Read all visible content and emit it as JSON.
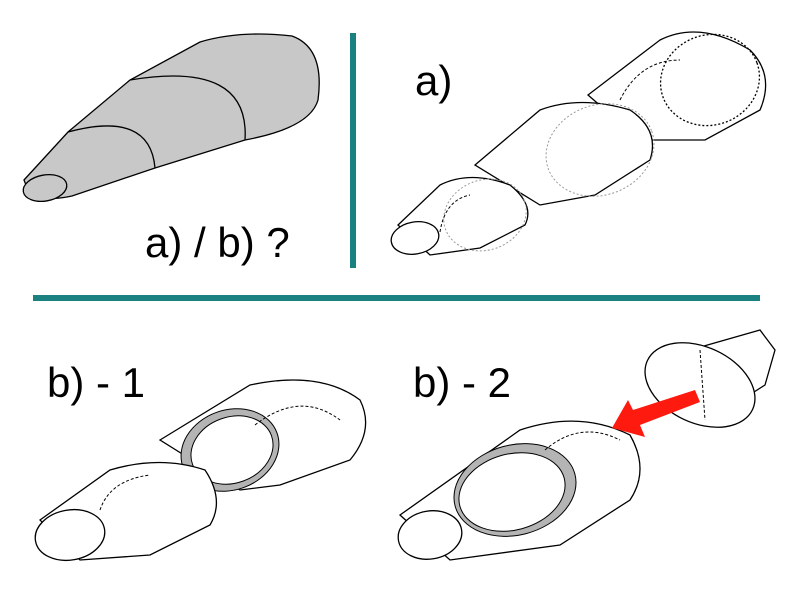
{
  "labels": {
    "question": "a) / b) ?",
    "option_a": "a)",
    "option_b1": "b) - 1",
    "option_b2": "b) - 2"
  },
  "colors": {
    "divider": "#1b8080",
    "shape_fill": "#c8c8c8",
    "ring_fill": "#b4b4b4",
    "arrow": "#ff1a10"
  }
}
